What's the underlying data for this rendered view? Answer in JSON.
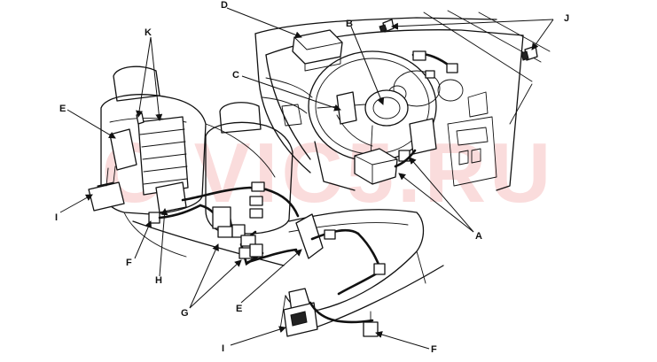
{
  "watermark": "CIVIC5.RU",
  "callouts": {
    "A": "A",
    "B": "B",
    "C": "C",
    "D": "D",
    "E": "E",
    "F": "F",
    "G": "G",
    "H": "H",
    "I": "I",
    "J": "J",
    "K": "K"
  },
  "colors": {
    "ink": "#111111",
    "watermark": "#e03232",
    "background": "#ffffff"
  }
}
